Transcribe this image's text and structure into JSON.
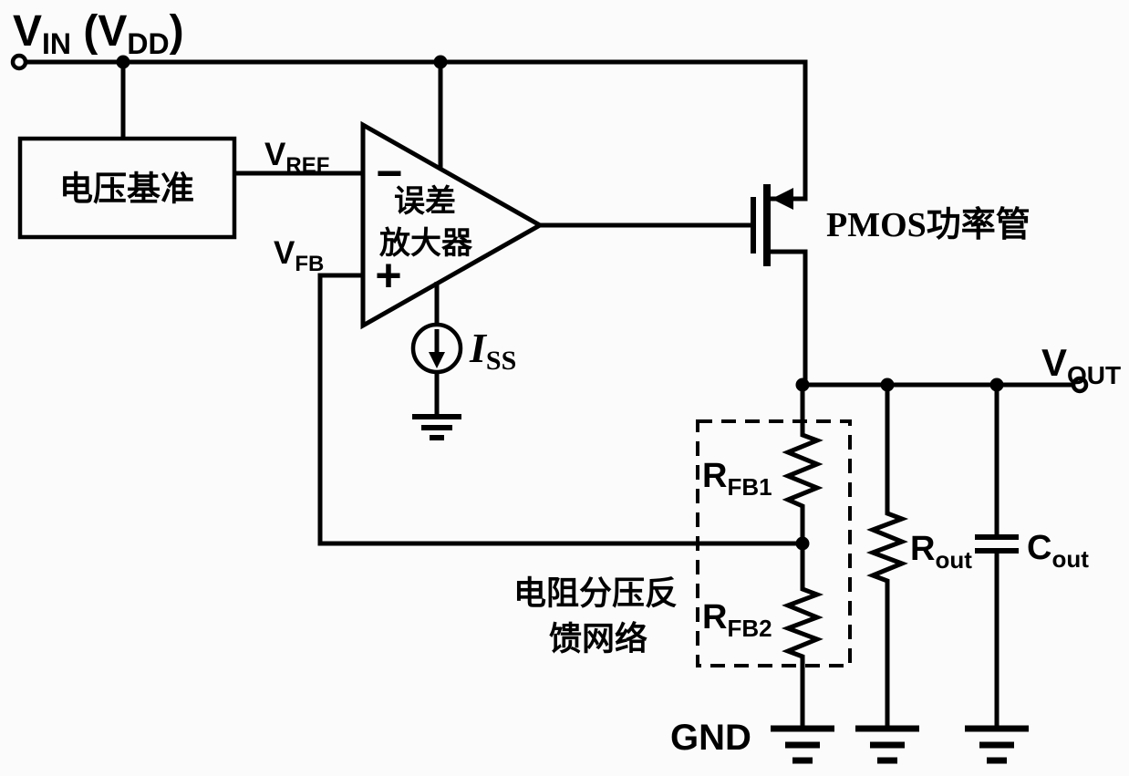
{
  "colors": {
    "ink": "#000000",
    "background": "#fbfbfb"
  },
  "labels": {
    "vin": {
      "base": "V",
      "sub1": "IN",
      "mid": " (V",
      "sub2": "DD",
      "suffix": ")"
    },
    "vref": {
      "base": "V",
      "sub": "REF"
    },
    "vfb": {
      "base": "V",
      "sub": "FB"
    },
    "vout": {
      "base": "V",
      "sub": "OUT"
    },
    "iss": {
      "base": "I",
      "sub": "SS"
    },
    "rfb1": {
      "base": "R",
      "sub": "FB1"
    },
    "rfb2": {
      "base": "R",
      "sub": "FB2"
    },
    "rout": {
      "base": "R",
      "sub": "out"
    },
    "cout": {
      "base": "C",
      "sub": "out"
    },
    "gnd": "GND",
    "voltage_reference_box": "电压基准",
    "error_amplifier": {
      "line1": "误差",
      "line2": "放大器",
      "minus": "−",
      "plus": "+"
    },
    "pmos_label": "PMOS功率管",
    "feedback_network": {
      "line1": "电阻分压反",
      "line2": "馈网络"
    }
  },
  "components": {
    "voltage_reference": "电压基准",
    "error_amplifier": "误差放大器",
    "tail_current_source": "Iss",
    "pass_transistor": "PMOS功率管",
    "feedback_divider": "电阻分压反馈网络 (RFB1 / RFB2)",
    "load": "Rout / Cout"
  }
}
